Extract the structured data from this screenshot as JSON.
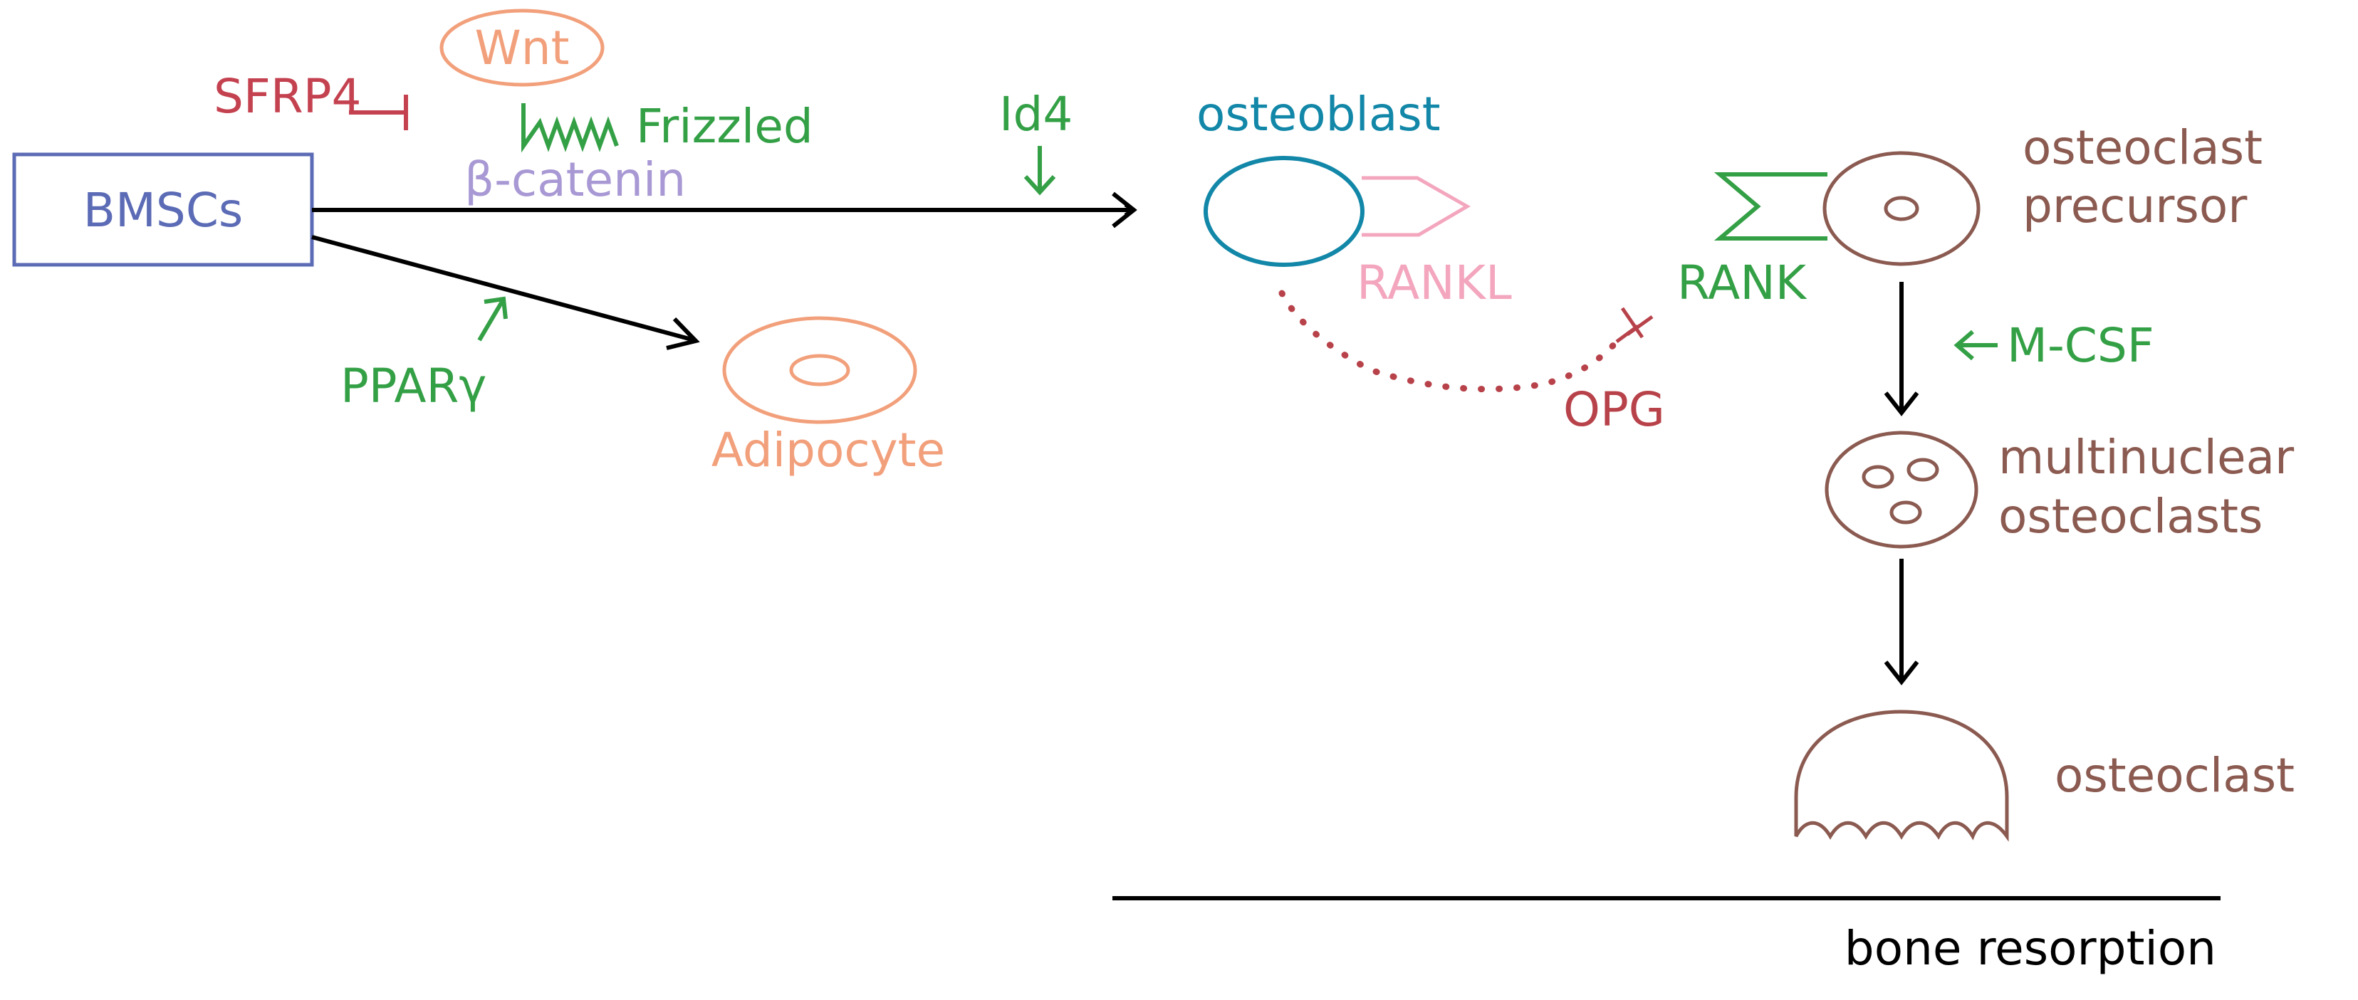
{
  "colors": {
    "bmscs": "#5b6bb5",
    "wnt": "#f2a07b",
    "sfrp4": "#c4424f",
    "green": "#34a046",
    "beta_catenin": "#a898d4",
    "adipocyte": "#f2a07b",
    "osteoblast": "#1287a8",
    "rankl": "#f3a6bd",
    "opg": "#b8424a",
    "osteoclast": "#8b5a50",
    "arrow": "#000000"
  },
  "labels": {
    "bmscs": "BMSCs",
    "wnt": "Wnt",
    "sfrp4": "SFRP4",
    "frizzled": "Frizzled",
    "beta_catenin": "β-catenin",
    "id4": "Id4",
    "pparg": "PPARγ",
    "adipocyte": "Adipocyte",
    "osteoblast": "osteoblast",
    "rankl": "RANKL",
    "rank": "RANK",
    "opg": "OPG",
    "osteoclast_precursor_1": "osteoclast",
    "osteoclast_precursor_2": "precursor",
    "mcsf": "M-CSF",
    "multinuclear_1": "multinuclear",
    "multinuclear_2": "osteoclasts",
    "osteoclast": "osteoclast",
    "bone_resorption": "bone resorption"
  }
}
